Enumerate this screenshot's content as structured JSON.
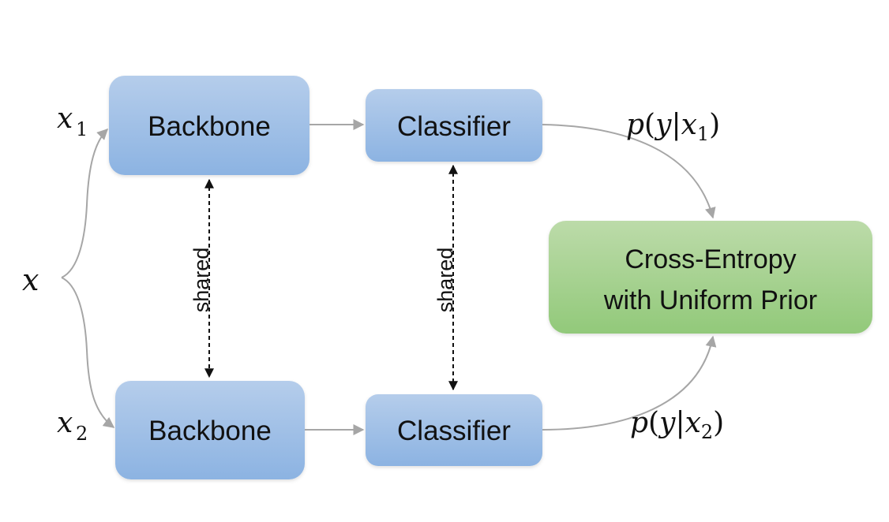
{
  "diagram": {
    "input_label": "x",
    "view1": {
      "base": "x",
      "sub": "1"
    },
    "view2": {
      "base": "x",
      "sub": "2"
    },
    "backbone_top": "Backbone",
    "backbone_bottom": "Backbone",
    "classifier_top": "Classifier",
    "classifier_bottom": "Classifier",
    "shared_left": "shared",
    "shared_right": "shared",
    "loss_line1": "Cross-Entropy",
    "loss_line2": "with Uniform Prior",
    "output1": {
      "p": "p",
      "open": "(",
      "y": "y",
      "bar": "|",
      "x": "x",
      "sub": "1",
      "close": ")"
    },
    "output2": {
      "p": "p",
      "open": "(",
      "y": "y",
      "bar": "|",
      "x": "x",
      "sub": "2",
      "close": ")"
    },
    "colors": {
      "blue_top": "#b5cdeb",
      "blue_bottom": "#8cb3e2",
      "green_top": "#bcdba9",
      "green_bottom": "#92c97a",
      "arrow_gray": "#a6a6a6",
      "dashed_black": "#111111"
    }
  }
}
